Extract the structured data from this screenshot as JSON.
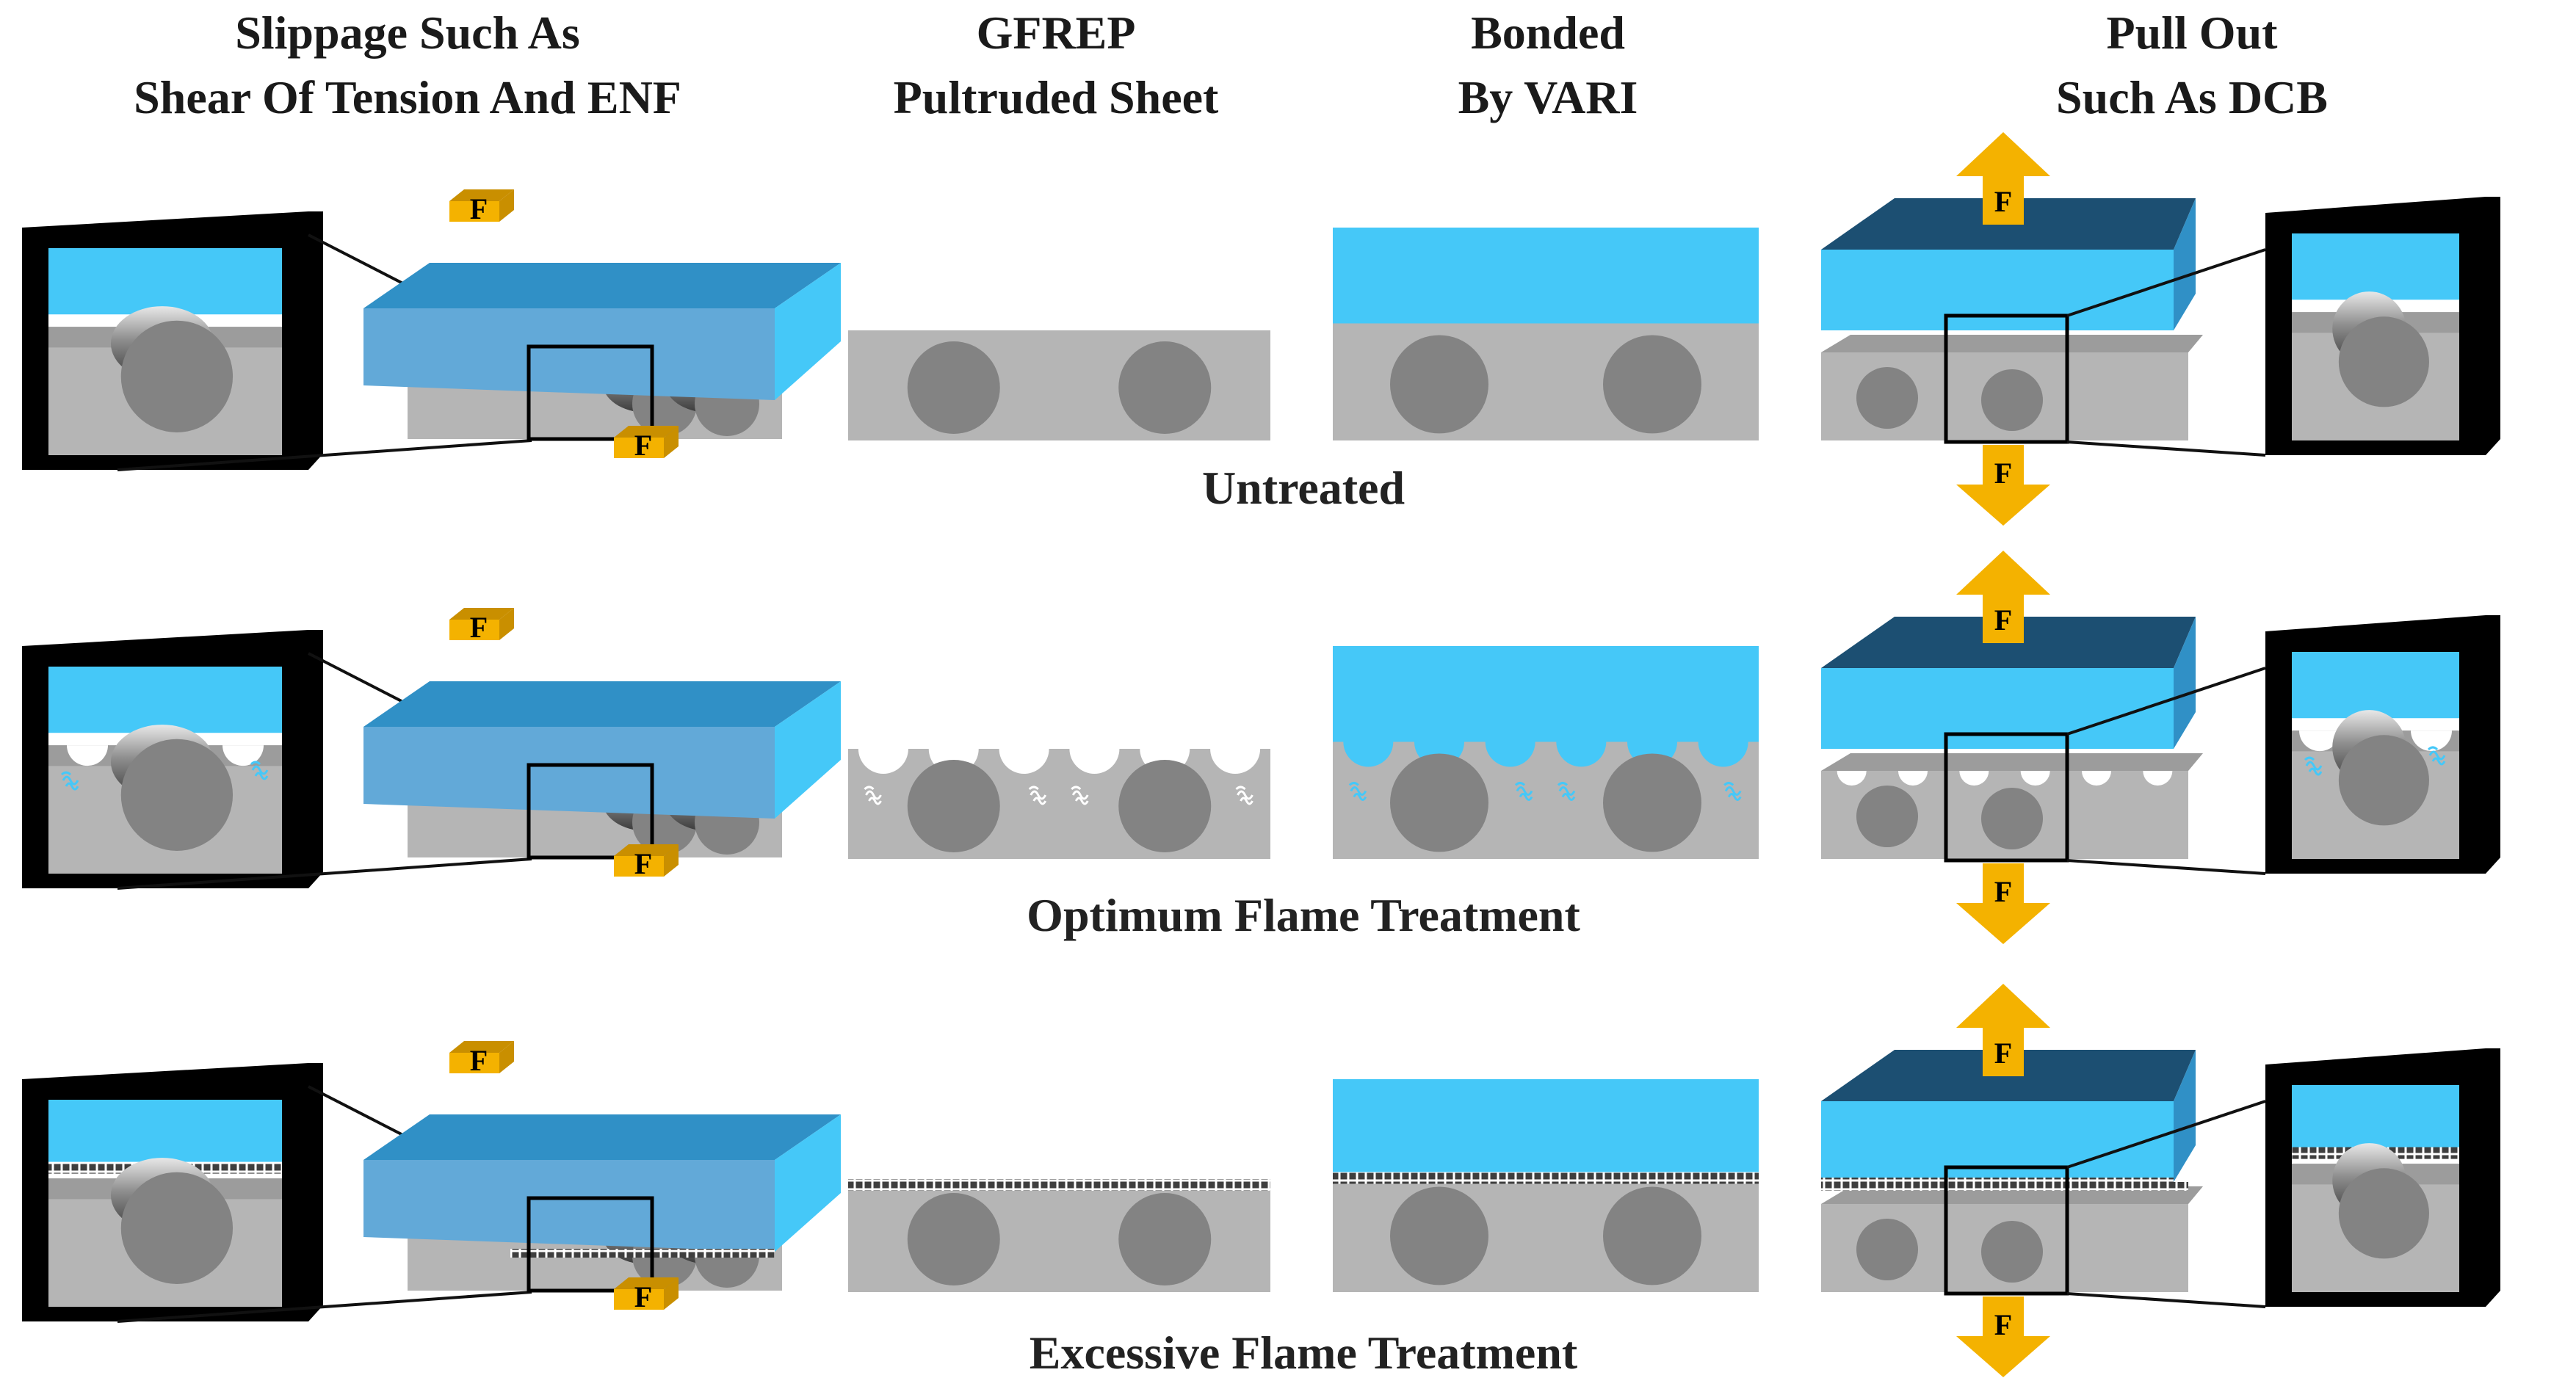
{
  "headers": {
    "slippage": [
      "Slippage Such As",
      "Shear Of Tension And ENF"
    ],
    "gfrep": [
      "GFREP",
      "Pultruded Sheet"
    ],
    "bonded": [
      "Bonded",
      "By VARI"
    ],
    "pullout": [
      "Pull Out",
      "Such As DCB"
    ]
  },
  "rows": [
    {
      "label": "Untreated",
      "surface": "smooth"
    },
    {
      "label": "Optimum Flame Treatment",
      "surface": "etched"
    },
    {
      "label": "Excessive Flame Treatment",
      "surface": "degraded"
    }
  ],
  "force_label": "F",
  "colors": {
    "resin": "#45c8f8",
    "resin_top": "#3090c6",
    "resin_side": "#62a9d8",
    "resin_dark": "#1c4f72",
    "matrix": "#b5b5b5",
    "matrix_top": "#9c9c9c",
    "matrix_dark": "#8a8a8a",
    "fiber": "#838383",
    "arrow": "#f4b200",
    "arrow_dark": "#c98f00",
    "frame": "#000000",
    "frame_side": "#1f1f1f",
    "grid": "#3e3e3e"
  }
}
